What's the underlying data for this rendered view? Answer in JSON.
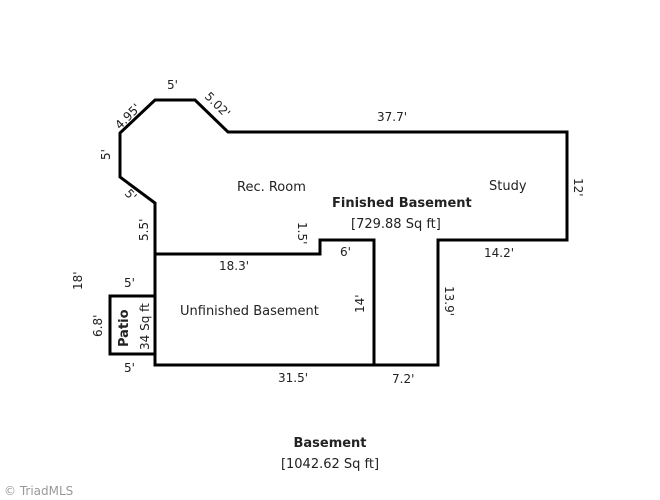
{
  "rooms": {
    "rec_room": "Rec. Room",
    "study": "Study",
    "finished_title": "Finished Basement",
    "finished_area": "[729.88 Sq ft]",
    "unfinished": "Unfinished Basement",
    "patio": "Patio",
    "patio_area": "34 Sq ft"
  },
  "dimensions": {
    "d_37_7": "37.7'",
    "d_12": "12'",
    "d_14_2": "14.2'",
    "d_13_9": "13.9'",
    "d_7_2": "7.2'",
    "d_31_5": "31.5'",
    "d_5_bottom": "5'",
    "d_6_8": "6.8'",
    "d_5_patio_top": "5'",
    "d_18": "18'",
    "d_18_3": "18.3'",
    "d_1_5": "1.5'",
    "d_6": "6'",
    "d_14": "14'",
    "d_5_5": "5.5'",
    "d_5_diag_low": "5'",
    "d_5_left": "5'",
    "d_4_95": "4.95'",
    "d_5_top": "5'",
    "d_5_02": "5.02'"
  },
  "caption": {
    "title": "Basement",
    "area": "[1042.62 Sq ft]"
  },
  "watermark": "© TriadMLS"
}
